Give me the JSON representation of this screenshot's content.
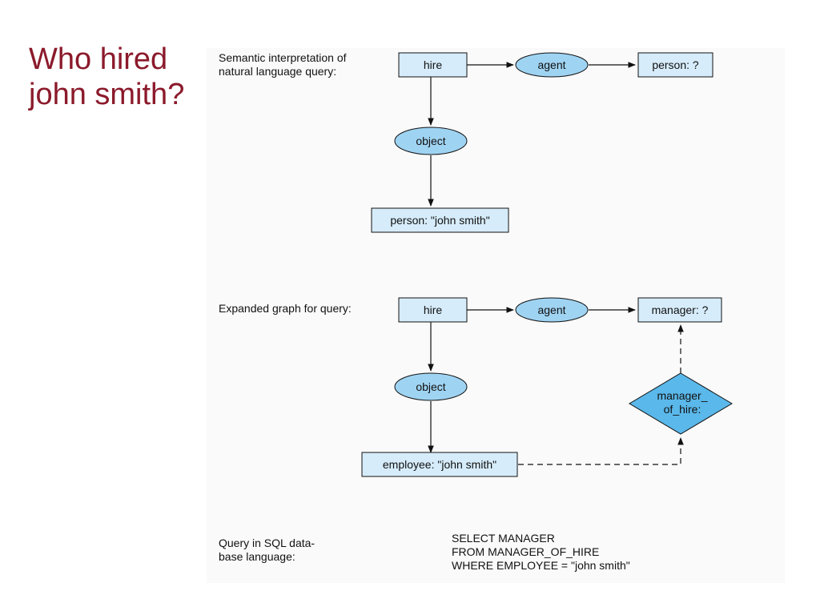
{
  "title": {
    "line1": "Who hired",
    "line2": "john smith?"
  },
  "section1": {
    "label_line1": "Semantic interpretation of",
    "label_line2": "natural language query:",
    "node_hire": "hire",
    "node_agent": "agent",
    "node_person": "person: ?",
    "node_object": "object",
    "node_john": "person: \"john smith\""
  },
  "section2": {
    "label": "Expanded graph for query:",
    "node_hire": "hire",
    "node_agent": "agent",
    "node_manager": "manager: ?",
    "node_object": "object",
    "node_employee": "employee: \"john smith\"",
    "node_manager_of_hire_line1": "manager_",
    "node_manager_of_hire_line2": "of_hire:"
  },
  "section3": {
    "label_line1": "Query in SQL data-",
    "label_line2": "base language:",
    "sql_line1": "SELECT MANAGER",
    "sql_line2": "FROM MANAGER_OF_HIRE",
    "sql_line3": "WHERE EMPLOYEE = \"john smith\""
  },
  "colors": {
    "title": "#8b1a2b",
    "box_fill": "#d6ecfa",
    "ellipse_fill": "#9fd3f2",
    "diamond_fill": "#5ab8ea"
  }
}
